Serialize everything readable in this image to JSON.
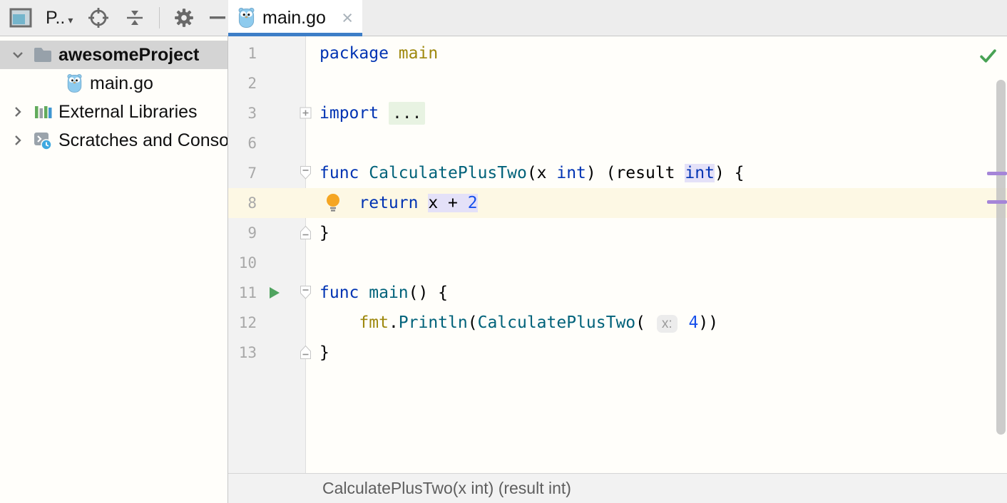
{
  "toolbar": {
    "project_label": "P..",
    "dropdown_glyph": "▾",
    "icons": [
      "project-tool-window-icon",
      "locate-file-icon",
      "collapse-all-icon",
      "settings-gear-icon",
      "hide-tool-window-icon"
    ]
  },
  "tab": {
    "title": "main.go",
    "close_glyph": "×",
    "icon": "go-gopher-icon"
  },
  "tree": {
    "items": [
      {
        "label": "awesomeProject",
        "icon": "folder",
        "icon_name": "folder-icon",
        "chevron": "down",
        "indent": 0,
        "bold": true,
        "selected": true
      },
      {
        "label": "main.go",
        "icon": "gopher",
        "icon_name": "go-file-icon",
        "chevron": null,
        "indent": 1,
        "bold": false,
        "selected": false
      },
      {
        "label": "External Libraries",
        "icon": "library",
        "icon_name": "external-libraries-icon",
        "chevron": "right",
        "indent": 0,
        "bold": false,
        "selected": false
      },
      {
        "label": "Scratches and Consoles",
        "icon": "scratches",
        "icon_name": "scratches-icon",
        "chevron": "right",
        "indent": 0,
        "bold": false,
        "selected": false
      }
    ]
  },
  "editor": {
    "lines": [
      {
        "num": "1",
        "tokens": [
          {
            "c": "kw",
            "t": "package "
          },
          {
            "c": "pkg",
            "t": "main"
          }
        ]
      },
      {
        "num": "2",
        "tokens": []
      },
      {
        "num": "3",
        "fold": "plus",
        "tokens": [
          {
            "c": "kw",
            "t": "import "
          },
          {
            "c": "fold-ellipsis",
            "t": "..."
          }
        ]
      },
      {
        "num": "6",
        "tokens": []
      },
      {
        "num": "7",
        "fold": "start",
        "tokens": [
          {
            "c": "kw",
            "t": "func "
          },
          {
            "c": "fn",
            "t": "CalculatePlusTwo"
          },
          {
            "c": "pl",
            "t": "(x "
          },
          {
            "c": "kw",
            "t": "int"
          },
          {
            "c": "pl",
            "t": ") (result "
          },
          {
            "c": "kw hl",
            "t": "int"
          },
          {
            "c": "pl",
            "t": ") {"
          }
        ]
      },
      {
        "num": "8",
        "current": true,
        "bulb": true,
        "tokens": [
          {
            "c": "pl",
            "t": "    "
          },
          {
            "c": "kw",
            "t": "return "
          },
          {
            "c": "pl hl",
            "t": "x + "
          },
          {
            "c": "num hl",
            "t": "2"
          }
        ]
      },
      {
        "num": "9",
        "fold": "end",
        "tokens": [
          {
            "c": "pl",
            "t": "}"
          }
        ]
      },
      {
        "num": "10",
        "tokens": []
      },
      {
        "num": "11",
        "run": true,
        "fold": "start",
        "tokens": [
          {
            "c": "kw",
            "t": "func "
          },
          {
            "c": "fn",
            "t": "main"
          },
          {
            "c": "pl",
            "t": "() {"
          }
        ]
      },
      {
        "num": "12",
        "tokens": [
          {
            "c": "pl",
            "t": "    "
          },
          {
            "c": "pkg",
            "t": "fmt"
          },
          {
            "c": "pl",
            "t": "."
          },
          {
            "c": "fn",
            "t": "Println"
          },
          {
            "c": "pl",
            "t": "("
          },
          {
            "c": "fn",
            "t": "CalculatePlusTwo"
          },
          {
            "c": "pl",
            "t": "( "
          },
          {
            "c": "hint",
            "t": "x:"
          },
          {
            "c": "pl",
            "t": " "
          },
          {
            "c": "num",
            "t": "4"
          },
          {
            "c": "pl",
            "t": "))"
          }
        ]
      },
      {
        "num": "13",
        "fold": "end",
        "tokens": [
          {
            "c": "pl",
            "t": "}"
          }
        ]
      }
    ]
  },
  "statusbar": {
    "text": "CalculatePlusTwo(x int) (result int)"
  },
  "colors": {
    "keyword": "#0033b3",
    "function": "#00627a",
    "package": "#9e880d",
    "number": "#1750eb",
    "tab_accent": "#3d7ec7",
    "current_line": "#fdf8e4",
    "usage_highlight": "#e4e1f8",
    "folded_region": "#e8f3e2",
    "run_green": "#4fa35f",
    "ok_green": "#48a254",
    "error_stripe_mark": "#a585d8",
    "selected_tree_row": "#d4d4d4"
  }
}
